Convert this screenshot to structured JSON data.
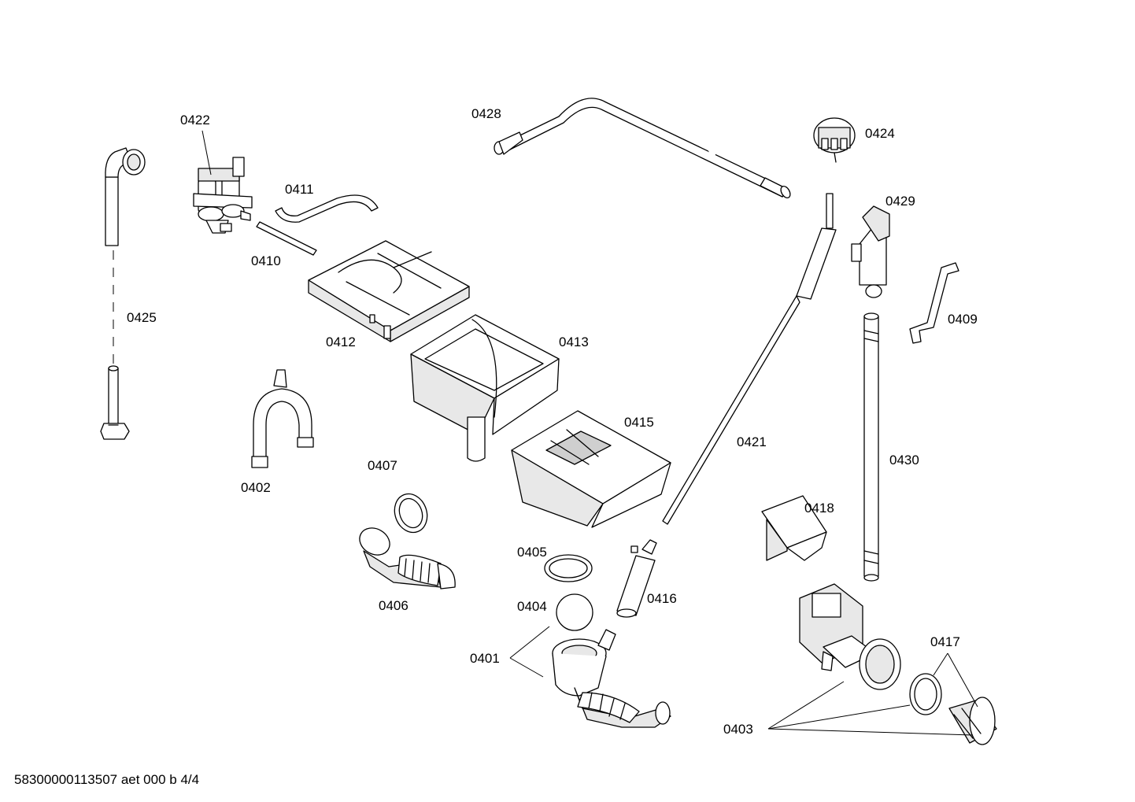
{
  "diagram": {
    "part_labels": [
      "0422",
      "0411",
      "0410",
      "0425",
      "0412",
      "0413",
      "0415",
      "0402",
      "0407",
      "0406",
      "0405",
      "0404",
      "0401",
      "0416",
      "0421",
      "0428",
      "0424",
      "0429",
      "0409",
      "0430",
      "0418",
      "0417",
      "0403"
    ]
  },
  "footer": {
    "document_code": "58300000113507 aet 000 b 4/4"
  }
}
